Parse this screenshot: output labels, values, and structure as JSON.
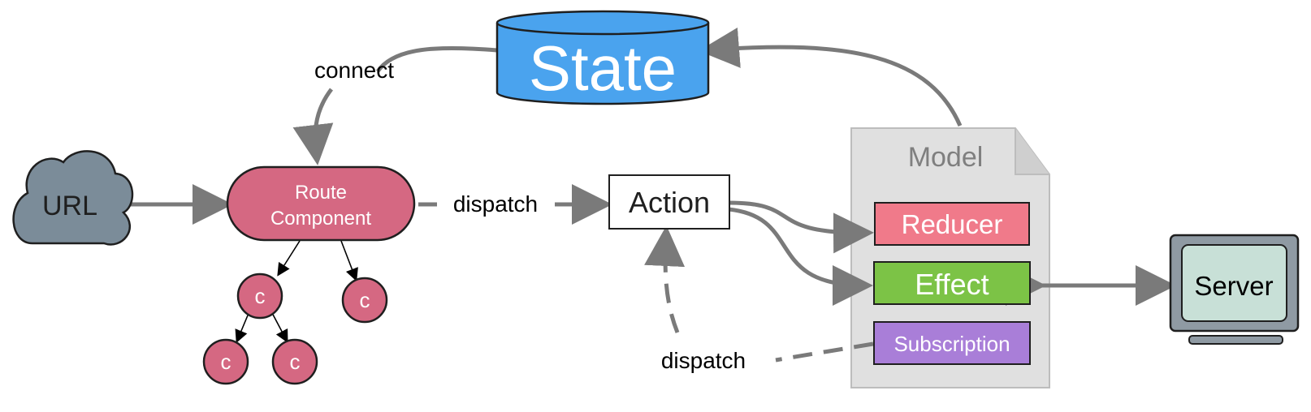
{
  "nodes": {
    "state": "State",
    "url": "URL",
    "route_component": [
      "Route",
      "Component"
    ],
    "action": "Action",
    "model": "Model",
    "reducer": "Reducer",
    "effect": "Effect",
    "subscription": "Subscription",
    "server": "Server",
    "child_component": "c"
  },
  "edges": {
    "connect": "connect",
    "dispatch_route": "dispatch",
    "dispatch_subscription": "dispatch"
  },
  "colors": {
    "state": "#4aa3ee",
    "url_cloud": "#7b8c99",
    "route_component": "#d56882",
    "reducer": "#f07a8a",
    "effect": "#7cc346",
    "subscription": "#a97ed8",
    "model_page": "#e0e0e0",
    "server_screen": "#c8e0d7",
    "server_body": "#8f9aa3",
    "arrow": "#7a7a7a"
  },
  "icons": {
    "url": "cloud-icon",
    "state": "database-cylinder-icon",
    "model": "document-page-icon",
    "server": "monitor-icon"
  }
}
